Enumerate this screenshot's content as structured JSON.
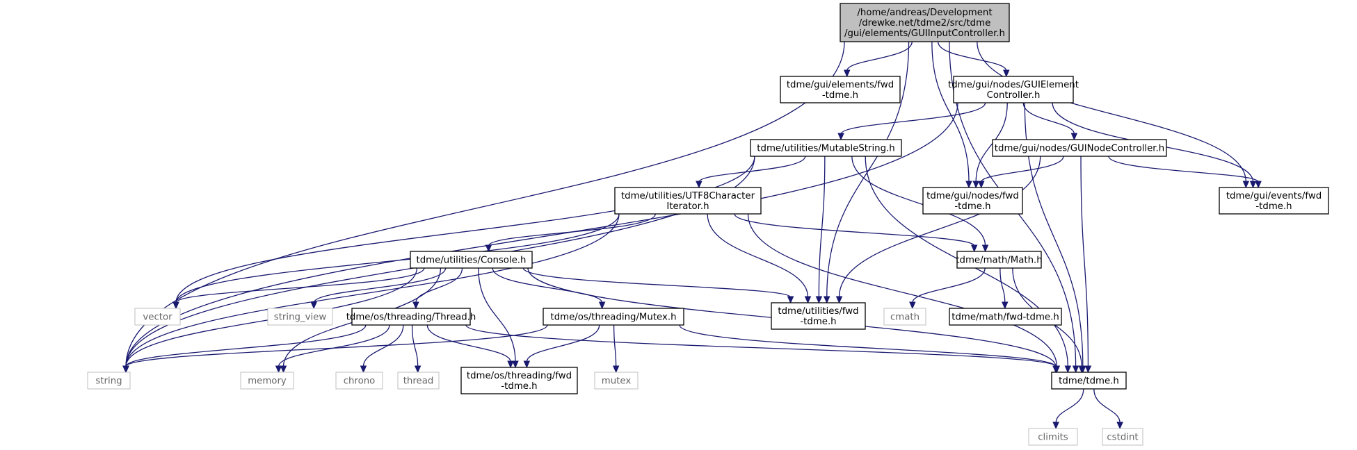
{
  "diagram": {
    "type": "include-dependency-graph",
    "colors": {
      "edge": "#191970",
      "root_fill": "#bfbfbf",
      "ext_border": "#bfbfbf",
      "ext_text": "#666666"
    },
    "nodes": [
      {
        "id": "root",
        "kind": "root",
        "lines": [
          "/home/andreas/Development",
          "/drewke.net/tdme2/src/tdme",
          "/gui/elements/GUIInputController.h"
        ]
      },
      {
        "id": "elem_fwd",
        "kind": "header",
        "lines": [
          "tdme/gui/elements/fwd",
          "-tdme.h"
        ]
      },
      {
        "id": "gec",
        "kind": "header",
        "lines": [
          "tdme/gui/nodes/GUIElement",
          "Controller.h"
        ]
      },
      {
        "id": "mstr",
        "kind": "header",
        "lines": [
          "tdme/utilities/MutableString.h"
        ]
      },
      {
        "id": "gnc",
        "kind": "header",
        "lines": [
          "tdme/gui/nodes/GUINodeController.h"
        ]
      },
      {
        "id": "nodes_fwd",
        "kind": "header",
        "lines": [
          "tdme/gui/nodes/fwd",
          "-tdme.h"
        ]
      },
      {
        "id": "events_fwd",
        "kind": "header",
        "lines": [
          "tdme/gui/events/fwd",
          "-tdme.h"
        ]
      },
      {
        "id": "utf8",
        "kind": "header",
        "lines": [
          "tdme/utilities/UTF8Character",
          "Iterator.h"
        ]
      },
      {
        "id": "math",
        "kind": "header",
        "lines": [
          "tdme/math/Math.h"
        ]
      },
      {
        "id": "console",
        "kind": "header",
        "lines": [
          "tdme/utilities/Console.h"
        ]
      },
      {
        "id": "vector",
        "kind": "external",
        "lines": [
          "vector"
        ]
      },
      {
        "id": "string_view",
        "kind": "external",
        "lines": [
          "string_view"
        ]
      },
      {
        "id": "thread_h",
        "kind": "header",
        "lines": [
          "tdme/os/threading/Thread.h"
        ]
      },
      {
        "id": "mutex_h",
        "kind": "header",
        "lines": [
          "tdme/os/threading/Mutex.h"
        ]
      },
      {
        "id": "util_fwd",
        "kind": "header",
        "lines": [
          "tdme/utilities/fwd",
          "-tdme.h"
        ]
      },
      {
        "id": "cmath",
        "kind": "external",
        "lines": [
          "cmath"
        ]
      },
      {
        "id": "math_fwd",
        "kind": "header",
        "lines": [
          "tdme/math/fwd-tdme.h"
        ]
      },
      {
        "id": "string",
        "kind": "external",
        "lines": [
          "string"
        ]
      },
      {
        "id": "memory",
        "kind": "external",
        "lines": [
          "memory"
        ]
      },
      {
        "id": "chrono",
        "kind": "external",
        "lines": [
          "chrono"
        ]
      },
      {
        "id": "thread",
        "kind": "external",
        "lines": [
          "thread"
        ]
      },
      {
        "id": "thr_fwd",
        "kind": "header",
        "lines": [
          "tdme/os/threading/fwd",
          "-tdme.h"
        ]
      },
      {
        "id": "mutex",
        "kind": "external",
        "lines": [
          "mutex"
        ]
      },
      {
        "id": "tdme",
        "kind": "header",
        "lines": [
          "tdme/tdme.h"
        ]
      },
      {
        "id": "climits",
        "kind": "external",
        "lines": [
          "climits"
        ]
      },
      {
        "id": "cstdint",
        "kind": "external",
        "lines": [
          "cstdint"
        ]
      }
    ],
    "edges": [
      [
        "root",
        "string"
      ],
      [
        "root",
        "util_fwd"
      ],
      [
        "root",
        "elem_fwd"
      ],
      [
        "root",
        "gec"
      ],
      [
        "root",
        "nodes_fwd"
      ],
      [
        "root",
        "events_fwd"
      ],
      [
        "root",
        "tdme"
      ],
      [
        "gec",
        "string"
      ],
      [
        "gec",
        "mstr"
      ],
      [
        "gec",
        "gnc"
      ],
      [
        "gec",
        "nodes_fwd"
      ],
      [
        "gec",
        "events_fwd"
      ],
      [
        "gec",
        "tdme"
      ],
      [
        "mstr",
        "string"
      ],
      [
        "mstr",
        "vector"
      ],
      [
        "mstr",
        "utf8"
      ],
      [
        "mstr",
        "util_fwd"
      ],
      [
        "mstr",
        "math"
      ],
      [
        "mstr",
        "tdme"
      ],
      [
        "gnc",
        "nodes_fwd"
      ],
      [
        "gnc",
        "events_fwd"
      ],
      [
        "gnc",
        "util_fwd"
      ],
      [
        "gnc",
        "tdme"
      ],
      [
        "utf8",
        "string"
      ],
      [
        "utf8",
        "vector"
      ],
      [
        "utf8",
        "console"
      ],
      [
        "utf8",
        "math"
      ],
      [
        "utf8",
        "util_fwd"
      ],
      [
        "utf8",
        "tdme"
      ],
      [
        "console",
        "vector"
      ],
      [
        "console",
        "string"
      ],
      [
        "console",
        "string_view"
      ],
      [
        "console",
        "memory"
      ],
      [
        "console",
        "thread_h"
      ],
      [
        "console",
        "thr_fwd"
      ],
      [
        "console",
        "mutex_h"
      ],
      [
        "console",
        "util_fwd"
      ],
      [
        "console",
        "tdme"
      ],
      [
        "math",
        "cmath"
      ],
      [
        "math",
        "math_fwd"
      ],
      [
        "math",
        "tdme"
      ],
      [
        "thread_h",
        "string"
      ],
      [
        "thread_h",
        "memory"
      ],
      [
        "thread_h",
        "chrono"
      ],
      [
        "thread_h",
        "thread"
      ],
      [
        "thread_h",
        "thr_fwd"
      ],
      [
        "thread_h",
        "tdme"
      ],
      [
        "mutex_h",
        "string"
      ],
      [
        "mutex_h",
        "thr_fwd"
      ],
      [
        "mutex_h",
        "mutex"
      ],
      [
        "mutex_h",
        "tdme"
      ],
      [
        "tdme",
        "climits"
      ],
      [
        "tdme",
        "cstdint"
      ]
    ]
  }
}
